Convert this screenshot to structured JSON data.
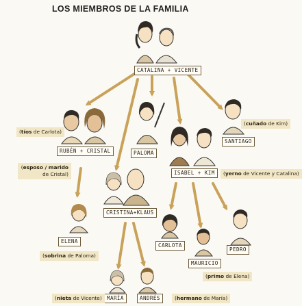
{
  "title": "LOS MIEMBROS DE LA FAMILIA",
  "colors": {
    "arrow": "#c9a25a",
    "note_bg": "#f1e6c6",
    "tag_border": "#6b5a3a",
    "skin": "#f6e2c2",
    "hair_dark": "#2f2a24"
  },
  "tags": {
    "catalina_vicente": "CATALINA + VICENTE",
    "ruben_cristal": "RUBÉN + CRISTAL",
    "paloma": "PALOMA",
    "santiago": "SANTIAGO",
    "isabel_kim": "ISABEL + KIM",
    "cristina_klaus": "CRISTINA+KLAUS",
    "elena": "ELENA",
    "carlota": "CARLOTA",
    "pedro": "PEDRO",
    "mauricio": "MAURICIO",
    "maria": "MARÍA",
    "andres": "ANDRÉS"
  },
  "notes": {
    "tios": {
      "bold": "tíos",
      "rest": " de Carlota"
    },
    "cunado": {
      "bold": "cuñado",
      "rest": " de Kim"
    },
    "esposo": {
      "bold": "esposo / marido",
      "rest": " de Cristal"
    },
    "yerno": {
      "bold": "yerno",
      "rest": " de Vicente y Catalina"
    },
    "sobrina": {
      "bold": "sobrina",
      "rest": " de Paloma"
    },
    "primo": {
      "bold": "primo",
      "rest": " de Elena"
    },
    "nieta": {
      "bold": "nieta",
      "rest": " de Vicente"
    },
    "hermano": {
      "bold": "hermano",
      "rest": " de María"
    }
  }
}
